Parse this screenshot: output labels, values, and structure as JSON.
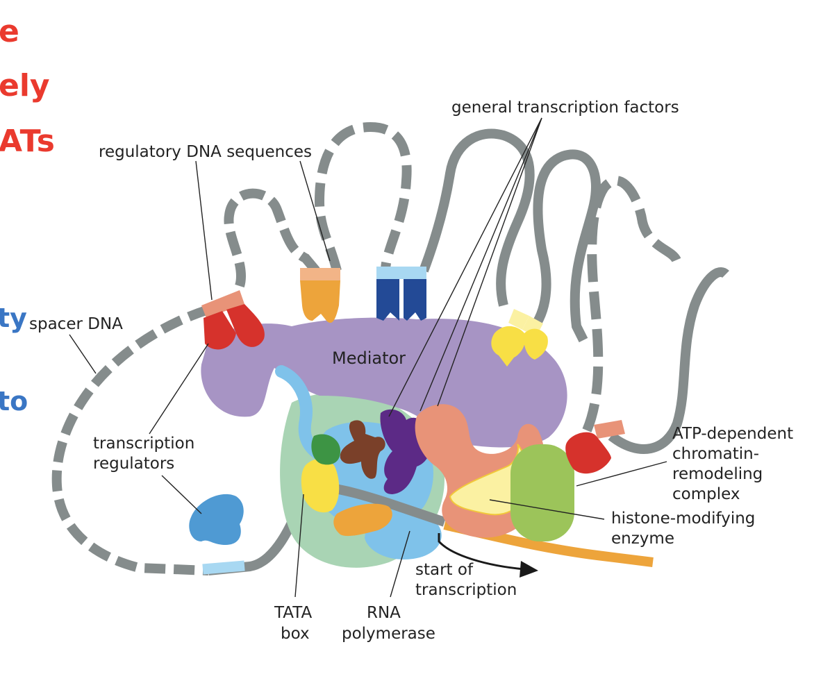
{
  "slide_fragments": {
    "red": [
      "e",
      "ely",
      "ATs"
    ],
    "blue": [
      "ty",
      "to"
    ]
  },
  "labels": {
    "general_transcription_factors": "general transcription factors",
    "regulatory_dna_sequences": "regulatory DNA sequences",
    "spacer_dna": "spacer DNA",
    "mediator": "Mediator",
    "transcription_regulators": [
      "transcription",
      "regulators"
    ],
    "atp_complex": [
      "ATP-dependent",
      "chromatin-",
      "remodeling",
      "complex"
    ],
    "histone_enzyme": [
      "histone-modifying",
      "enzyme"
    ],
    "start_of_transcription": [
      "start of",
      "transcription"
    ],
    "tata_box": [
      "TATA",
      "box"
    ],
    "rna_polymerase": [
      "RNA",
      "polymerase"
    ]
  },
  "colors": {
    "dna": "#858c8c",
    "mediator": "#a794c4",
    "rna_polymerase_light": "#a9d4b4",
    "gtf_blue": "#7fc2ea",
    "regulator_red": "#d6322c",
    "regulator_orange": "#eda43b",
    "regulator_navy": "#234a96",
    "regulator_yellow": "#f8df45",
    "atp_complex_green": "#9cc45a",
    "histone_enzyme_yellow": "#fbf1a2",
    "salmon": "#e89378",
    "purple_gtf": "#5c2a86",
    "brown_gtf": "#7a4029",
    "green_gtf": "#3d9444",
    "transcript_orange": "#eda43b",
    "slide_red": "#ea3a2e",
    "slide_blue": "#3a76c4"
  }
}
